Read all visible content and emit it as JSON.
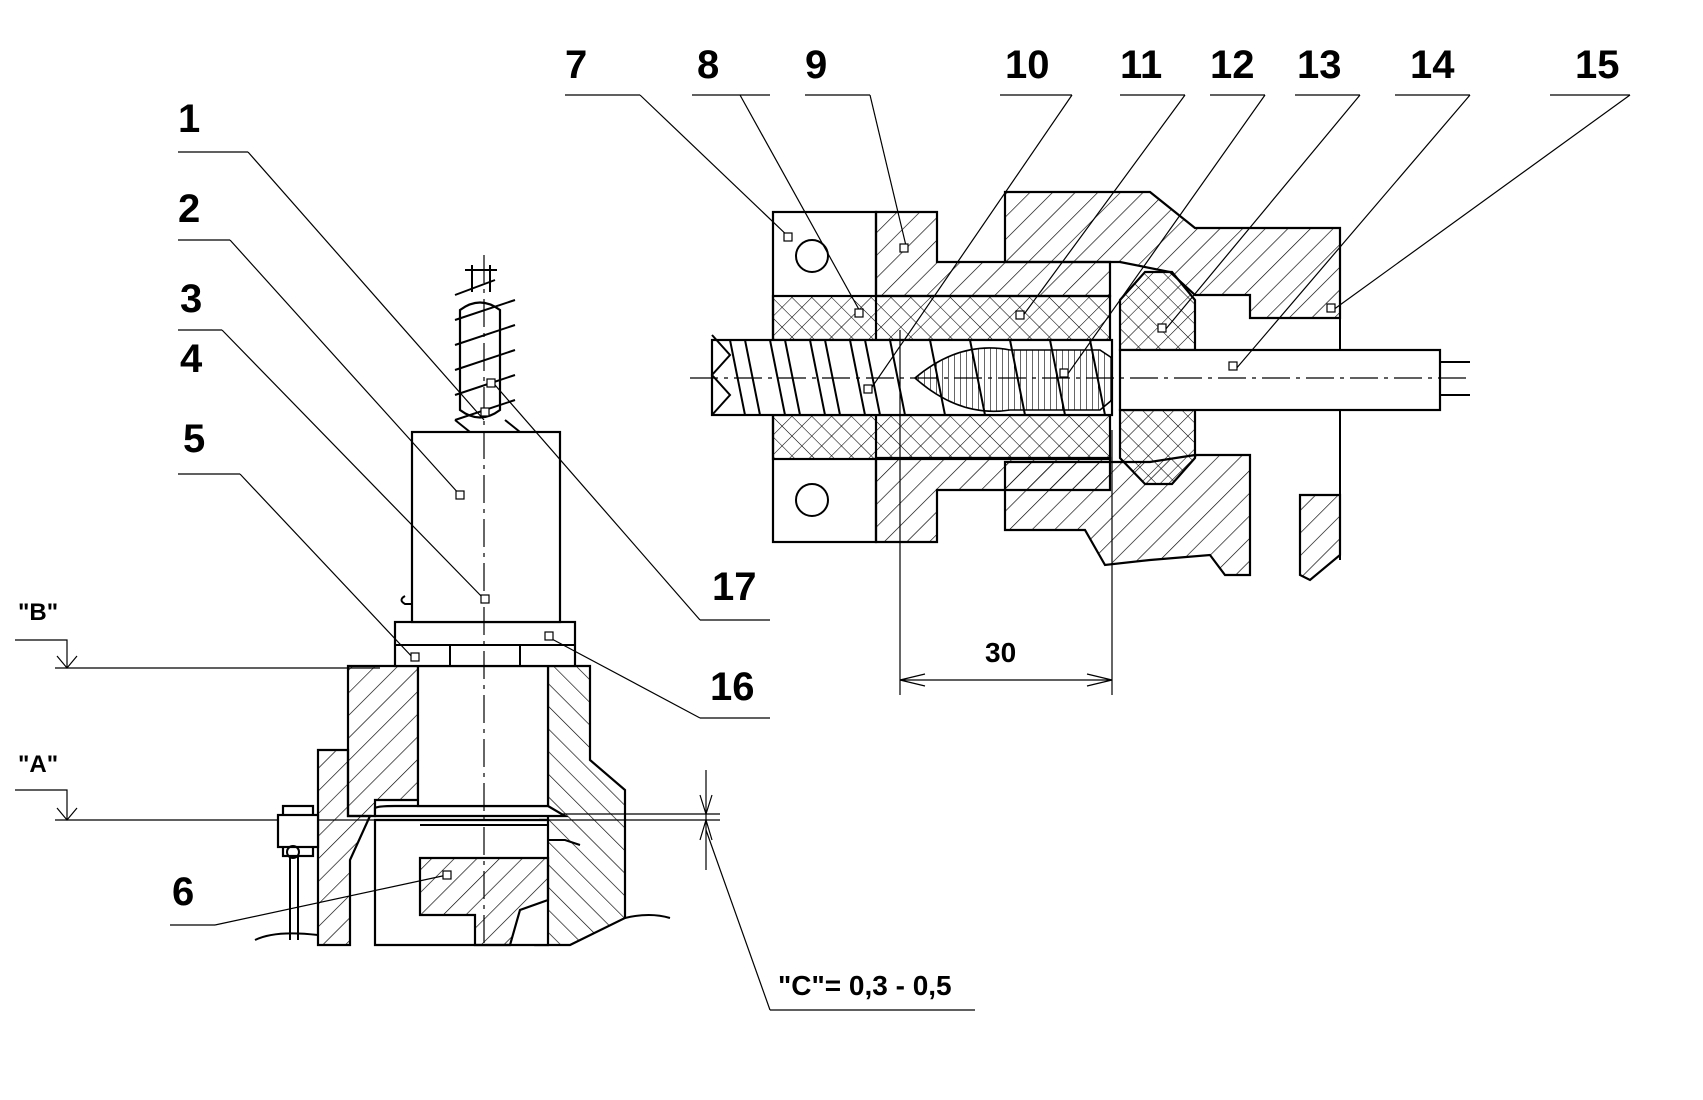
{
  "diagram": {
    "callouts": [
      {
        "id": "1",
        "label": "1"
      },
      {
        "id": "2",
        "label": "2"
      },
      {
        "id": "3",
        "label": "3"
      },
      {
        "id": "4",
        "label": "4"
      },
      {
        "id": "5",
        "label": "5"
      },
      {
        "id": "6",
        "label": "6"
      },
      {
        "id": "7",
        "label": "7"
      },
      {
        "id": "8",
        "label": "8"
      },
      {
        "id": "9",
        "label": "9"
      },
      {
        "id": "10",
        "label": "10"
      },
      {
        "id": "11",
        "label": "11"
      },
      {
        "id": "12",
        "label": "12"
      },
      {
        "id": "13",
        "label": "13"
      },
      {
        "id": "14",
        "label": "14"
      },
      {
        "id": "15",
        "label": "15"
      },
      {
        "id": "16",
        "label": "16"
      },
      {
        "id": "17",
        "label": "17"
      }
    ],
    "planes": {
      "b": "\"B\"",
      "a": "\"A\""
    },
    "gap_note": "\"C\"= 0,3 - 0,5",
    "dimension": "30"
  }
}
